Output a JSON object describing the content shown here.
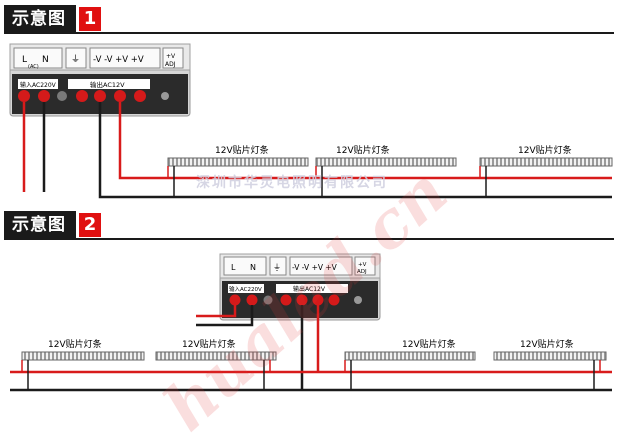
{
  "diagram1": {
    "title": "示意图",
    "number": "1",
    "psu": {
      "terminals_top": [
        "L",
        "N",
        "(AC)",
        "⏚",
        "-V",
        "-V",
        "+V",
        "+V",
        "+V\nADJ"
      ],
      "input_label": "输入AC220V",
      "output_label": "输出AC12V"
    },
    "strips": [
      "12V贴片灯条",
      "12V贴片灯条",
      "12V贴片灯条"
    ]
  },
  "diagram2": {
    "title": "示意图",
    "number": "2",
    "psu": {
      "input_label": "输入AC220V",
      "output_label": "输出AC12V"
    },
    "strips": [
      "12V贴片灯条",
      "12V贴片灯条",
      "12V贴片灯条",
      "12V贴片灯条"
    ]
  },
  "watermark_cn": "深圳市华灵电照明有限公司",
  "watermark_url": "hualed.cn",
  "colors": {
    "wire_red": "#d81b1b",
    "wire_black": "#1b1b1b",
    "terminal_red": "#d41a1a",
    "psu_body": "#d9d9d9",
    "header_bg": "#1a1a1a",
    "badge_bg": "#e01010"
  }
}
